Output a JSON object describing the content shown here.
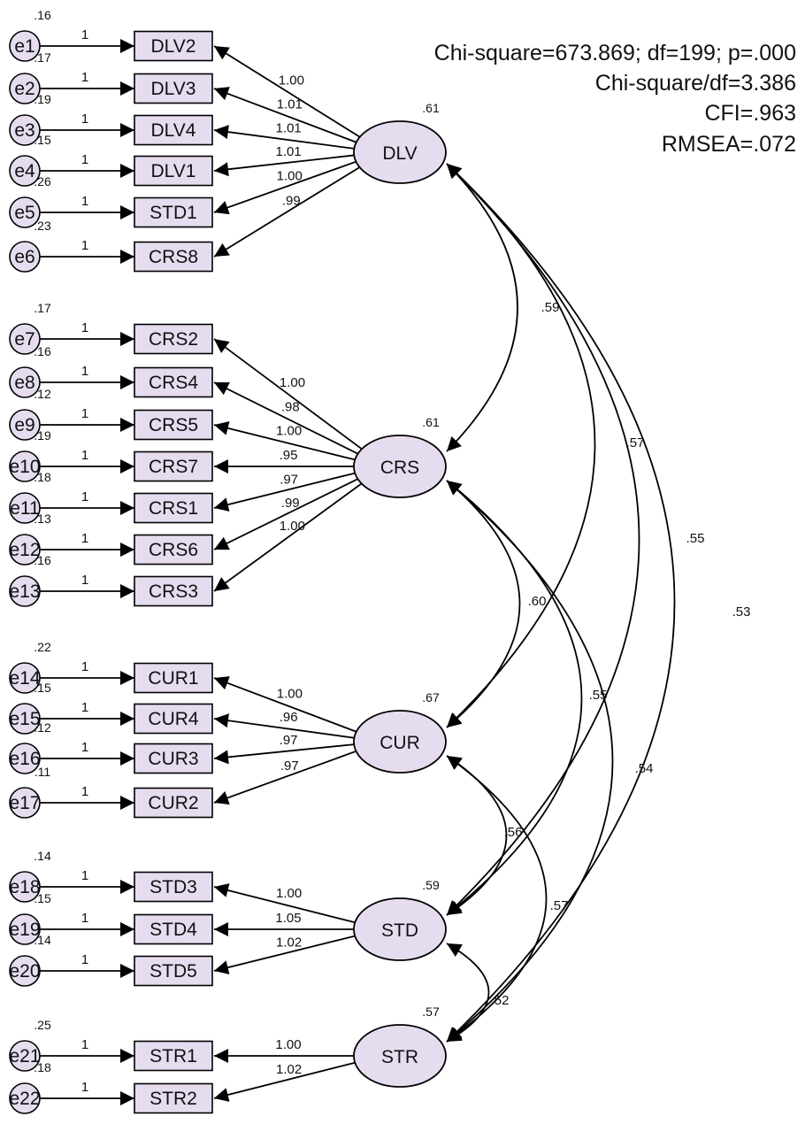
{
  "fit": [
    "Chi-square=673.869; df=199; p=.000",
    "Chi-square/df=3.386",
    "CFI=.963",
    "RMSEA=.072"
  ],
  "latents": [
    {
      "id": "DLV",
      "label": "DLV",
      "variance": ".61"
    },
    {
      "id": "CRS",
      "label": "CRS",
      "variance": ".61"
    },
    {
      "id": "CUR",
      "label": "CUR",
      "variance": ".67"
    },
    {
      "id": "STD",
      "label": "STD",
      "variance": ".59"
    },
    {
      "id": "STR",
      "label": "STR",
      "variance": ".57"
    }
  ],
  "indicators": [
    {
      "error": "e1",
      "error_var": ".16",
      "observed": "DLV2",
      "fixed": "1",
      "loading": "1.00",
      "factor": "DLV"
    },
    {
      "error": "e2",
      "error_var": ".17",
      "observed": "DLV3",
      "fixed": "1",
      "loading": "1.01",
      "factor": "DLV"
    },
    {
      "error": "e3",
      "error_var": ".19",
      "observed": "DLV4",
      "fixed": "1",
      "loading": "1.01",
      "factor": "DLV"
    },
    {
      "error": "e4",
      "error_var": ".15",
      "observed": "DLV1",
      "fixed": "1",
      "loading": "1.01",
      "factor": "DLV"
    },
    {
      "error": "e5",
      "error_var": ".26",
      "observed": "STD1",
      "fixed": "1",
      "loading": "1.00",
      "factor": "DLV"
    },
    {
      "error": "e6",
      "error_var": ".23",
      "observed": "CRS8",
      "fixed": "1",
      "loading": ".99",
      "factor": "DLV"
    },
    {
      "error": "e7",
      "error_var": ".17",
      "observed": "CRS2",
      "fixed": "1",
      "loading": "1.00",
      "factor": "CRS"
    },
    {
      "error": "e8",
      "error_var": ".16",
      "observed": "CRS4",
      "fixed": "1",
      "loading": ".98",
      "factor": "CRS"
    },
    {
      "error": "e9",
      "error_var": ".12",
      "observed": "CRS5",
      "fixed": "1",
      "loading": "1.00",
      "factor": "CRS"
    },
    {
      "error": "e10",
      "error_var": ".19",
      "observed": "CRS7",
      "fixed": "1",
      "loading": ".95",
      "factor": "CRS"
    },
    {
      "error": "e11",
      "error_var": ".18",
      "observed": "CRS1",
      "fixed": "1",
      "loading": ".97",
      "factor": "CRS"
    },
    {
      "error": "e12",
      "error_var": ".13",
      "observed": "CRS6",
      "fixed": "1",
      "loading": ".99",
      "factor": "CRS"
    },
    {
      "error": "e13",
      "error_var": ".16",
      "observed": "CRS3",
      "fixed": "1",
      "loading": "1.00",
      "factor": "CRS"
    },
    {
      "error": "e14",
      "error_var": ".22",
      "observed": "CUR1",
      "fixed": "1",
      "loading": "1.00",
      "factor": "CUR"
    },
    {
      "error": "e15",
      "error_var": ".15",
      "observed": "CUR4",
      "fixed": "1",
      "loading": ".96",
      "factor": "CUR"
    },
    {
      "error": "e16",
      "error_var": ".12",
      "observed": "CUR3",
      "fixed": "1",
      "loading": ".97",
      "factor": "CUR"
    },
    {
      "error": "e17",
      "error_var": ".11",
      "observed": "CUR2",
      "fixed": "1",
      "loading": ".97",
      "factor": "CUR"
    },
    {
      "error": "e18",
      "error_var": ".14",
      "observed": "STD3",
      "fixed": "1",
      "loading": "1.00",
      "factor": "STD"
    },
    {
      "error": "e19",
      "error_var": ".15",
      "observed": "STD4",
      "fixed": "1",
      "loading": "1.05",
      "factor": "STD"
    },
    {
      "error": "e20",
      "error_var": ".14",
      "observed": "STD5",
      "fixed": "1",
      "loading": "1.02",
      "factor": "STD"
    },
    {
      "error": "e21",
      "error_var": ".25",
      "observed": "STR1",
      "fixed": "1",
      "loading": "1.00",
      "factor": "STR"
    },
    {
      "error": "e22",
      "error_var": ".18",
      "observed": "STR2",
      "fixed": "1",
      "loading": "1.02",
      "factor": "STR"
    }
  ],
  "covariances": [
    {
      "from": "DLV",
      "to": "CRS",
      "value": ".59"
    },
    {
      "from": "DLV",
      "to": "CUR",
      "value": ".57"
    },
    {
      "from": "DLV",
      "to": "STD",
      "value": ".55"
    },
    {
      "from": "DLV",
      "to": "STR",
      "value": ".53"
    },
    {
      "from": "CRS",
      "to": "CUR",
      "value": ".60"
    },
    {
      "from": "CRS",
      "to": "STD",
      "value": ".55"
    },
    {
      "from": "CRS",
      "to": "STR",
      "value": ".54"
    },
    {
      "from": "CUR",
      "to": "STD",
      "value": ".56"
    },
    {
      "from": "CUR",
      "to": "STR",
      "value": ".57"
    },
    {
      "from": "STD",
      "to": "STR",
      "value": ".52"
    }
  ]
}
